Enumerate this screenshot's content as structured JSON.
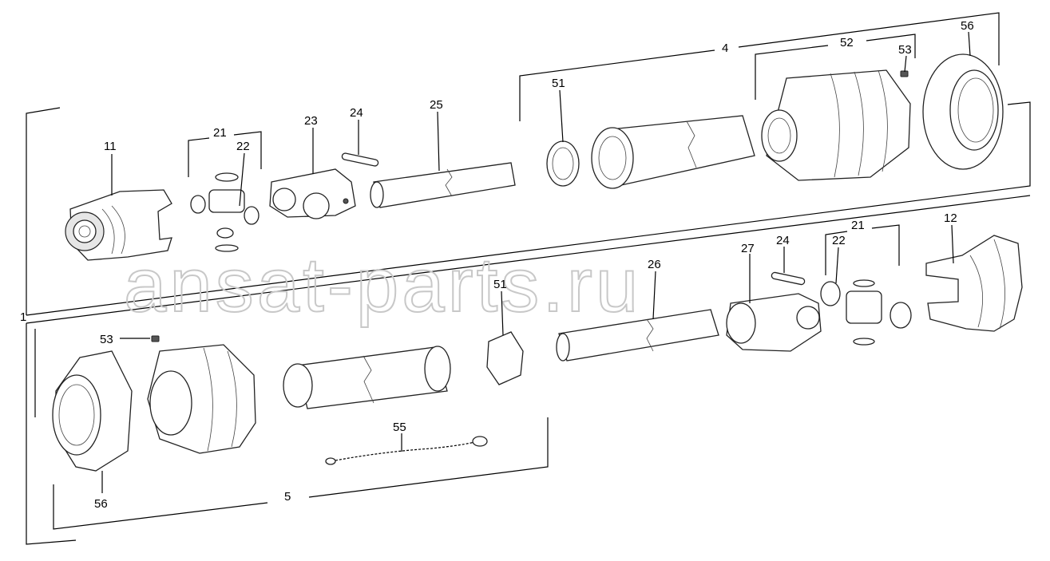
{
  "watermark": "ansat-parts.ru",
  "labels": {
    "l1": "1",
    "l4": "4",
    "l5": "5",
    "l11": "11",
    "l12": "12",
    "l21a": "21",
    "l21b": "21",
    "l22a": "22",
    "l22b": "22",
    "l23": "23",
    "l24a": "24",
    "l24b": "24",
    "l25": "25",
    "l26": "26",
    "l27": "27",
    "l51a": "51",
    "l51b": "51",
    "l52": "52",
    "l53a": "53",
    "l53b": "53",
    "l55": "55",
    "l56a": "56",
    "l56b": "56"
  }
}
